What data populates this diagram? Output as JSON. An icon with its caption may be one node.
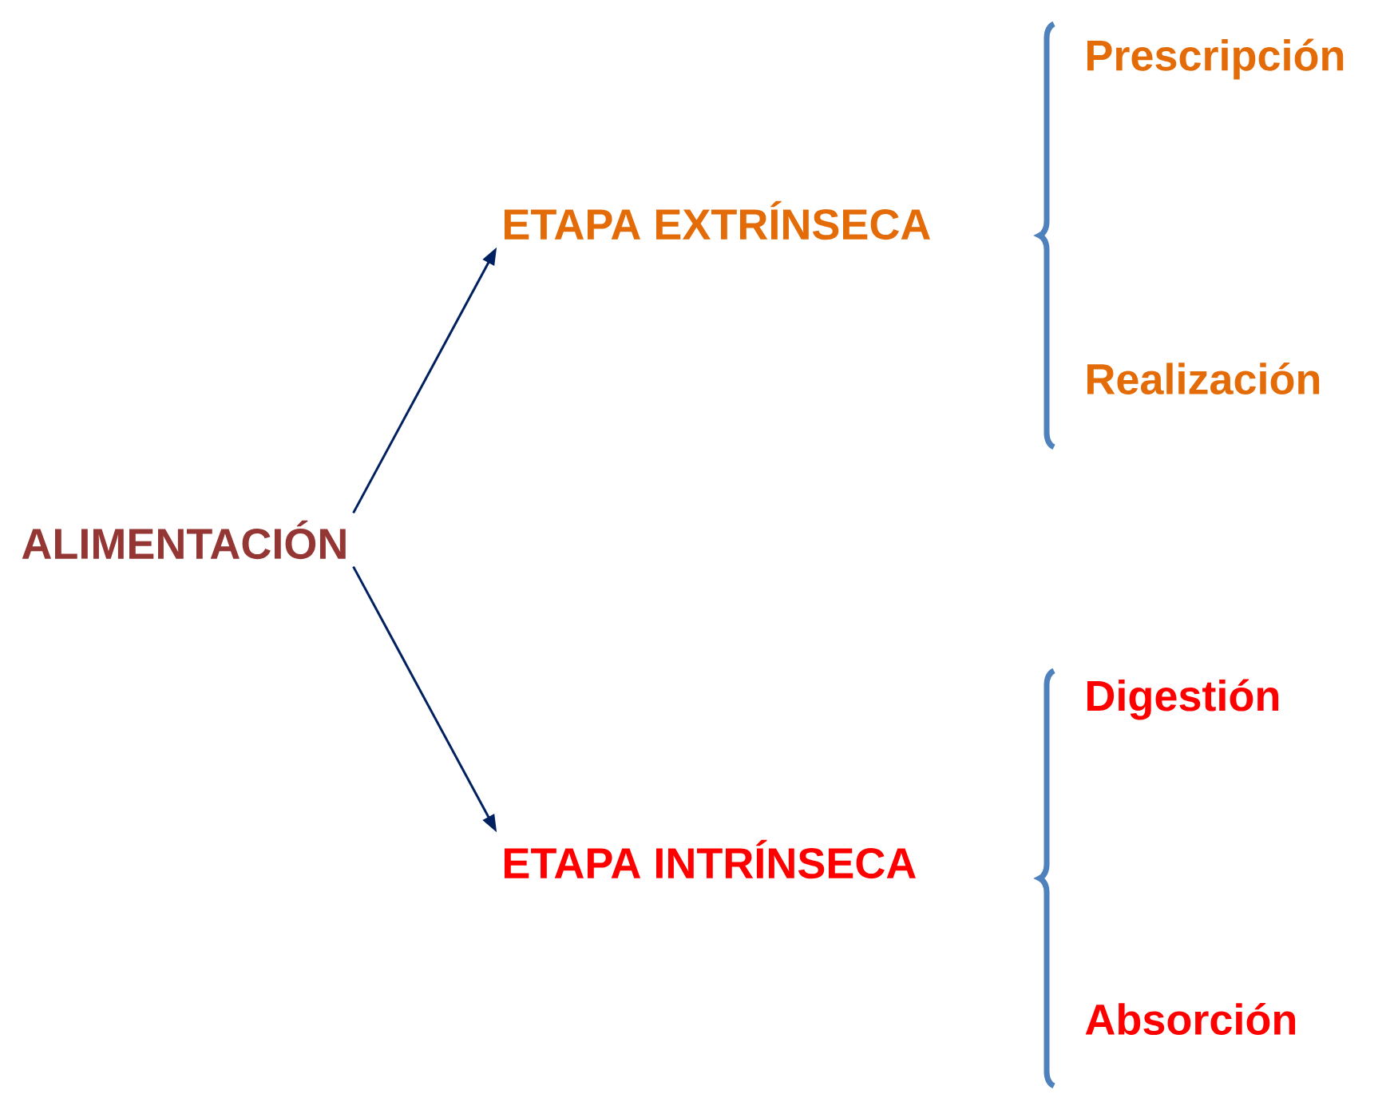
{
  "diagram": {
    "nodes": [
      {
        "text": [
          "ALIMENTACIÓN"
        ]
      },
      {
        "text": [
          "ETAPA EXTRÍNSECA"
        ]
      },
      {
        "text": [
          "ETAPA INTRÍNSECA"
        ]
      },
      {
        "text": [
          "Prescripción"
        ]
      },
      {
        "text": [
          "Realización"
        ]
      },
      {
        "text": [
          "Digestión"
        ]
      },
      {
        "text": [
          "Absorción"
        ]
      }
    ],
    "edges": [
      {
        "from": 0,
        "to": 1,
        "arrow": "to"
      },
      {
        "from": 0,
        "to": 2,
        "arrow": "to"
      }
    ]
  }
}
